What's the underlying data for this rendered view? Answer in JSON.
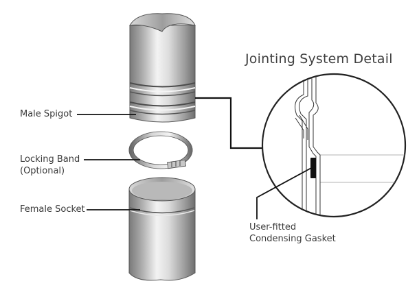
{
  "title": "Jointing System Detail",
  "labels": {
    "male_spigot": "Male Spigot",
    "locking_band_line1": "Locking Band",
    "locking_band_line2": "(Optional)",
    "female_socket": "Female Socket",
    "gasket_line1": "User-fitted",
    "gasket_line2": "Condensing Gasket"
  },
  "colors": {
    "background": "#ffffff",
    "text": "#3a3a3a",
    "leader": "#111111",
    "metal_dark": "#7d7d7d",
    "metal_light": "#f2f2f2",
    "detail_circle": "#222222"
  }
}
